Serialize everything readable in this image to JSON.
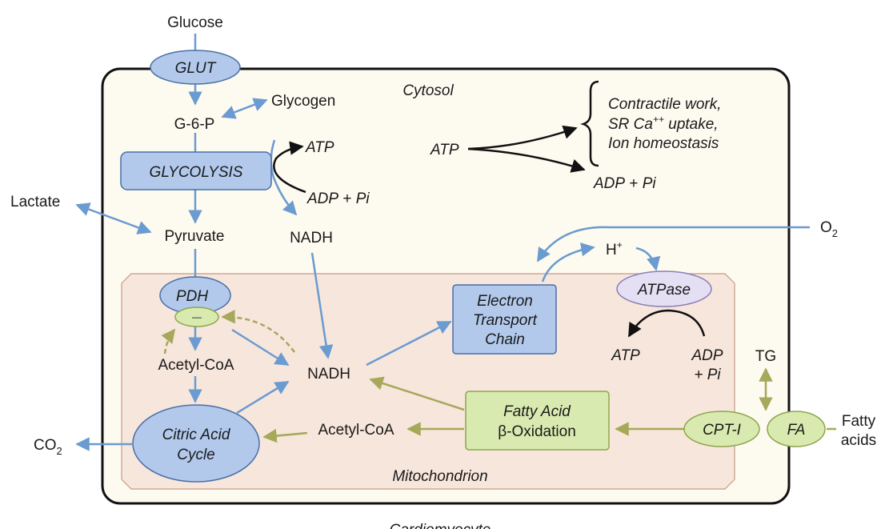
{
  "caption": "Cardiomyocyte",
  "compartments": {
    "cytosol": "Cytosol",
    "mitochondrion": "Mitochondrion"
  },
  "inputs": {
    "glucose": "Glucose",
    "fatty_acids_1": "Fatty",
    "fatty_acids_2": "acids",
    "o2": "O",
    "o2_sub": "2"
  },
  "outputs": {
    "lactate": "Lactate",
    "co2": "CO",
    "co2_sub": "2"
  },
  "nodes": {
    "glut": "GLUT",
    "g6p": "G-6-P",
    "glycogen": "Glycogen",
    "glycolysis": "GLYCOLYSIS",
    "pyruvate": "Pyruvate",
    "pdh": "PDH",
    "pdh_inhibit": "—",
    "acetyl_coa_mito": "Acetyl-CoA",
    "acetyl_coa_fa": "Acetyl-CoA",
    "citric_1": "Citric Acid",
    "citric_2": "Cycle",
    "nadh_glyc": "NADH",
    "nadh_mito": "NADH",
    "etc_1": "Electron",
    "etc_2": "Transport",
    "etc_3": "Chain",
    "atpase": "ATPase",
    "h_plus": "H",
    "h_plus_sup": "+",
    "fao_1": "Fatty Acid",
    "fao_2": "β-Oxidation",
    "cpt1": "CPT-I",
    "fa": "FA",
    "tg": "TG"
  },
  "energetics": {
    "glyc_atp": "ATP",
    "glyc_adp": "ADP",
    "glyc_plus": " + ",
    "glyc_pi": "Pi",
    "atp_use": "ATP",
    "adp_pi_use": "ADP",
    "adp_pi_use_plus": " + ",
    "adp_pi_use_pi": "Pi",
    "mito_atp": "ATP",
    "mito_adp": "ADP",
    "mito_pi": "+ Pi"
  },
  "uses": {
    "line1": "Contractile work,",
    "line2a": "SR Ca",
    "line2sup": "++",
    "line2b": " uptake,",
    "line3": "Ion homeostasis"
  },
  "colors": {
    "blue_arrow": "#6a9bd1",
    "olive_arrow": "#a6a85a",
    "cytosol_fill": "#fdfaf0",
    "mito_fill": "#f7e6dc",
    "blue_node": "#b2c9ec",
    "green_node": "#d8eab0",
    "lavender_node": "#e4dff3"
  }
}
